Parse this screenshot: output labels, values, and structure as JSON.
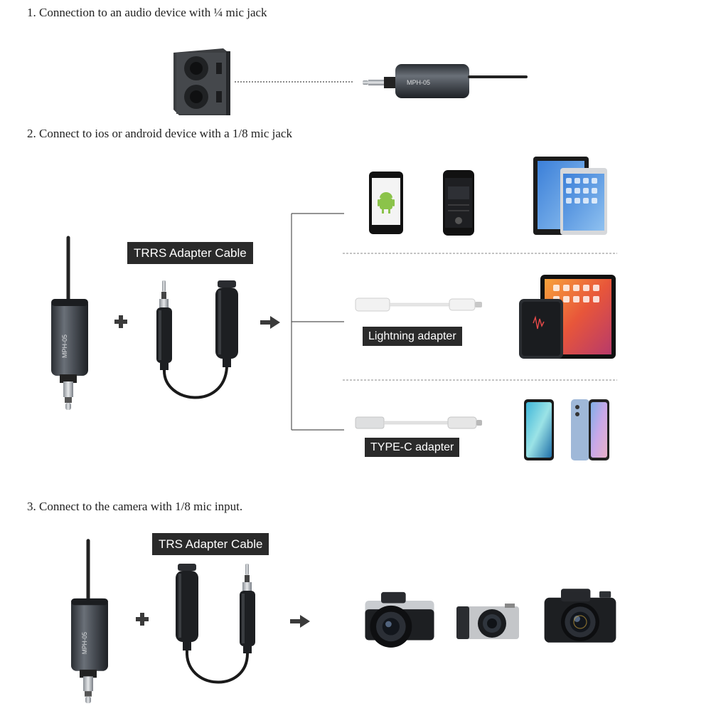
{
  "sections": [
    {
      "heading": "1. Connection to an audio device with ¼ mic jack"
    },
    {
      "heading": "2. Connect to ios or android device with a 1/8 mic jack",
      "cable_label": "TRRS Adapter Cable"
    },
    {
      "heading": "3. Connect to the camera with 1/8 mic input.",
      "cable_label": "TRS Adapter Cable"
    }
  ],
  "adapters": {
    "lightning_label": "Lightning adapter",
    "typec_label": "TYPE-C adapter"
  },
  "icons": [
    "speaker-icon",
    "transmitter-icon",
    "plus-icon",
    "arrow-right-icon",
    "android-phone-icon",
    "iphone-icon",
    "ipad-icon",
    "lightning-adapter-icon",
    "typec-adapter-icon",
    "camera-icon"
  ],
  "colors": {
    "label_bg": "#2a2a2a",
    "label_text": "#ffffff",
    "text": "#222222"
  }
}
